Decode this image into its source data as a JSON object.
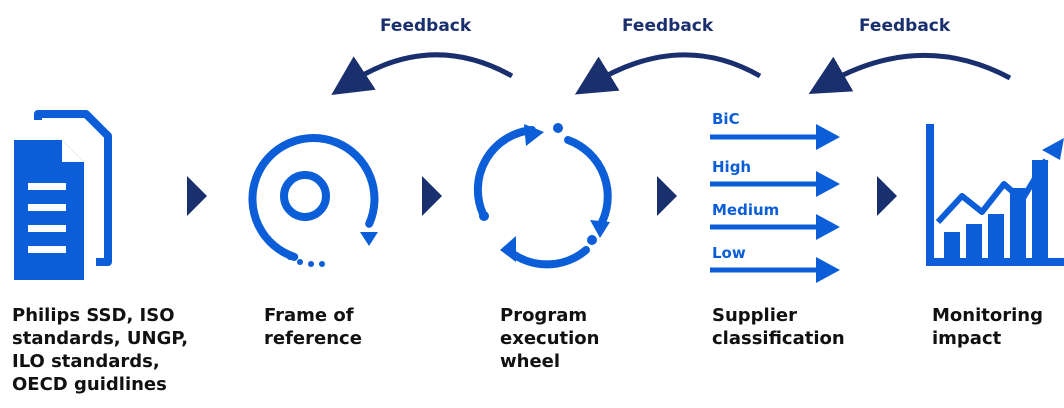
{
  "feedback": [
    "Feedback",
    "Feedback",
    "Feedback"
  ],
  "steps": [
    {
      "label": "Philips SSD, ISO\nstandards, UNGP,\nILO standards,\nOECD guidlines",
      "icon": "documents-icon"
    },
    {
      "label": "Frame of\nreference",
      "icon": "target-circle-icon"
    },
    {
      "label": "Program\nexecution\nwheel",
      "icon": "cycle-arrows-icon"
    },
    {
      "label": "Supplier\nclassification",
      "icon": "classification-arrows-icon"
    },
    {
      "label": "Monitoring\nimpact",
      "icon": "bar-chart-trend-icon"
    }
  ],
  "classification": [
    "BiC",
    "High",
    "Medium",
    "Low"
  ],
  "colors": {
    "icon_blue": "#0b5ed7",
    "dark_navy": "#1a2f6e",
    "text": "#111111"
  }
}
